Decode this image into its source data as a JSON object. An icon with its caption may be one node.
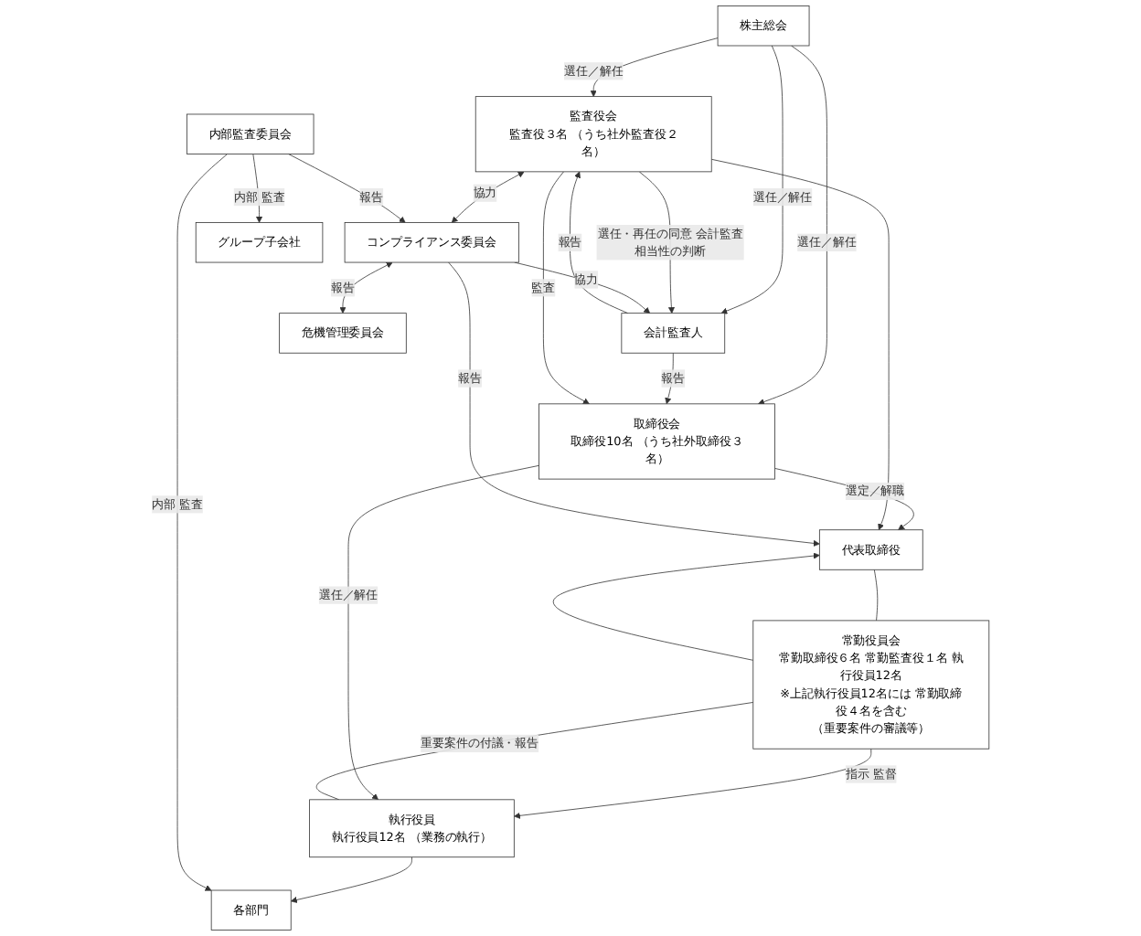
{
  "diagram": {
    "nodes": [
      {
        "text": [
          "株主総会"
        ]
      },
      {
        "text": [
          "取締役会",
          "取締役10名 （うち社外取締役３名）"
        ]
      },
      {
        "text": [
          "監査役会",
          "監査役３名 （うち社外監査役２名）"
        ]
      },
      {
        "text": [
          "会計監査人"
        ]
      },
      {
        "text": [
          "代表取締役"
        ]
      },
      {
        "text": [
          "コンプライアンス委員会"
        ]
      },
      {
        "text": [
          "常勤役員会",
          "常勤取締役６名 常勤監査役１名 執行役員12名",
          "※上記執行役員12名には 常勤取締役４名を含む",
          "（重要案件の審議等）"
        ]
      },
      {
        "text": [
          "内部監査委員会"
        ]
      },
      {
        "text": [
          "危機管理委員会"
        ]
      },
      {
        "text": [
          "執行役員",
          "執行役員12名 （業務の執行）"
        ]
      },
      {
        "text": [
          "各部門"
        ]
      },
      {
        "text": [
          "グループ子会社"
        ]
      }
    ],
    "edges": [
      {
        "from": 0,
        "to": 1,
        "arrow": "to",
        "label": "選任／解任"
      },
      {
        "from": 0,
        "to": 2,
        "arrow": "to",
        "label": "選任／解任"
      },
      {
        "from": 0,
        "to": 3,
        "arrow": "to",
        "label": "選任／解任"
      },
      {
        "from": 3,
        "to": 1,
        "arrow": "to",
        "label": "報告"
      },
      {
        "from": 3,
        "to": 2,
        "arrow": "to",
        "label": "報告"
      },
      {
        "from": 2,
        "to": 1,
        "arrow": "to",
        "label": "監査"
      },
      {
        "from": 2,
        "to": 3,
        "arrow": "to",
        "label": "選任・再任の同意 会計監査相当性の判断"
      },
      {
        "from": 1,
        "to": 4,
        "arrow": "to",
        "label": "選定／解職"
      },
      {
        "from": 2,
        "to": 4,
        "arrow": "to"
      },
      {
        "from": 2,
        "to": 5,
        "arrow": "both",
        "label": "協力"
      },
      {
        "from": 5,
        "to": 3,
        "arrow": "to",
        "label": "協力"
      },
      {
        "from": 5,
        "to": 4,
        "arrow": "to",
        "label": "報告"
      },
      {
        "from": 5,
        "to": 8,
        "arrow": "both",
        "label": "報告"
      },
      {
        "from": 7,
        "to": 5,
        "arrow": "to",
        "label": "報告"
      },
      {
        "from": 4,
        "to": 6,
        "arrow": "none"
      },
      {
        "from": 6,
        "to": 4,
        "arrow": "to"
      },
      {
        "from": 6,
        "to": 9,
        "arrow": "to",
        "label": "指示 監督"
      },
      {
        "from": 9,
        "to": 6,
        "arrow": "none",
        "label": "重要案件の付議・報告"
      },
      {
        "from": 1,
        "to": 9,
        "arrow": "to",
        "label": "選任／解任"
      },
      {
        "from": 9,
        "to": 10,
        "arrow": "to"
      },
      {
        "from": 7,
        "to": 10,
        "arrow": "to",
        "label": "内部 監査"
      },
      {
        "from": 7,
        "to": 11,
        "arrow": "to",
        "label": "内部 監査"
      }
    ]
  }
}
